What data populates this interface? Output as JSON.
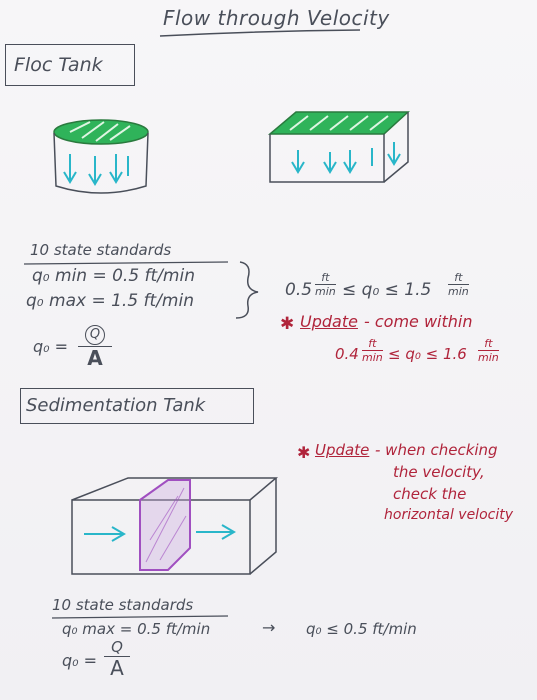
{
  "title": "Flow through Velocity",
  "floc": {
    "heading": "Floc Tank",
    "standards_title": "10 state standards",
    "min_line": "q₀ min = 0.5 ft/min",
    "max_line": "q₀ max = 1.5 ft/min",
    "range_left": "0.5",
    "range_unit_num": "ft",
    "range_unit_den": "min",
    "range_mid": "≤ q₀ ≤ 1.5",
    "range_unit2_num": "ft",
    "range_unit2_den": "min",
    "formula_lhs": "q₀ =",
    "formula_num": "Q",
    "formula_den": "A",
    "update_star": "✱",
    "update_word": "Update",
    "update_rest": "- come within",
    "update_range_left": "0.4",
    "update_unit_num": "ft",
    "update_unit_den": "min",
    "update_range_mid": "≤ q₀ ≤ 1.6",
    "update_unit2_num": "ft",
    "update_unit2_den": "min"
  },
  "sed": {
    "heading": "Sedimentation Tank",
    "update_star": "✱",
    "update_word": "Update",
    "update_line1": "- when checking",
    "update_line2": "the velocity,",
    "update_line3": "check the",
    "update_line4": "horizontal velocity",
    "standards_title": "10 state standards",
    "max_line": "q₀ max = 0.5 ft/min",
    "arrow": "→",
    "result": "q₀ ≤ 0.5 ft/min",
    "formula_lhs": "q₀ =",
    "formula_num": "Q",
    "formula_den": "A"
  },
  "colors": {
    "ink": "#4a4f5a",
    "green": "#2fb35a",
    "cyan": "#29b6c9",
    "red": "#b0243b",
    "purple": "#a04fc0"
  }
}
